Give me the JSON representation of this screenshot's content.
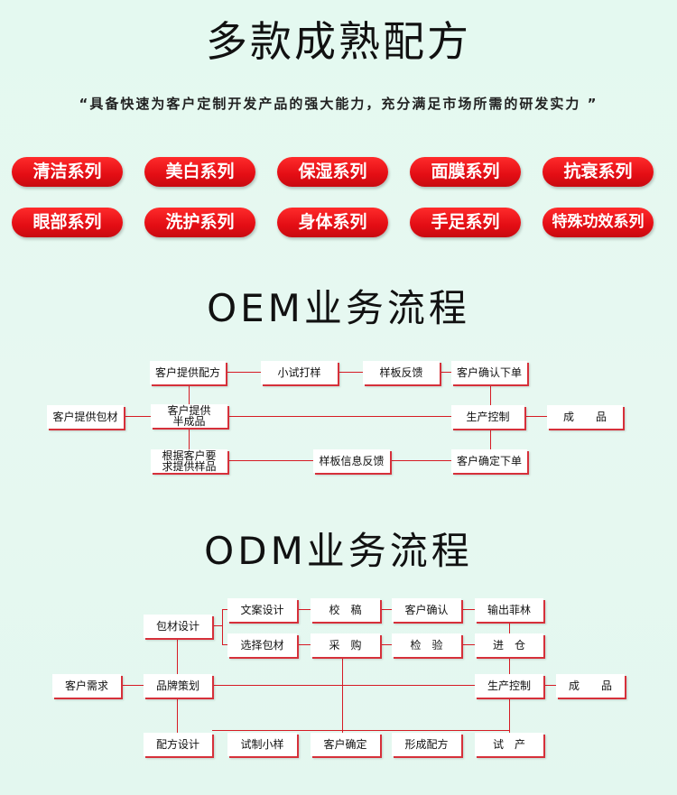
{
  "title": "多款成熟配方",
  "tagline": "“具备快速为客户定制开发产品的强大能力，充分满足市场所需的研发实力 ”",
  "series": [
    "清洁系列",
    "美白系列",
    "保湿系列",
    "面膜系列",
    "抗衰系列",
    "眼部系列",
    "洗护系列",
    "身体系列",
    "手足系列",
    "特殊功效系列"
  ],
  "oem": {
    "title": "OEM业务流程",
    "nodes": {
      "a": "客户提供配方",
      "b": "小试打样",
      "c": "样板反馈",
      "d": "客户确认下单",
      "e": "客户提供包材",
      "f1": "客户提供",
      "f2": "半成品",
      "g": "生产控制",
      "h": "成　　品",
      "i1": "根据客户要",
      "i2": "求提供样品",
      "j": "样板信息反馈",
      "k": "客户确定下单"
    }
  },
  "odm": {
    "title": "ODM业务流程",
    "nodes": {
      "a": "文案设计",
      "b": "校　稿",
      "c": "客户确认",
      "d": "输出菲林",
      "e": "包材设计",
      "f": "选择包材",
      "g": "采　购",
      "h": "检　验",
      "i": "进　仓",
      "j": "客户需求",
      "k": "品牌策划",
      "l": "生产控制",
      "m": "成　　品",
      "n": "配方设计",
      "o": "试制小样",
      "p": "客户确定",
      "q": "形成配方",
      "r": "试　产"
    }
  }
}
